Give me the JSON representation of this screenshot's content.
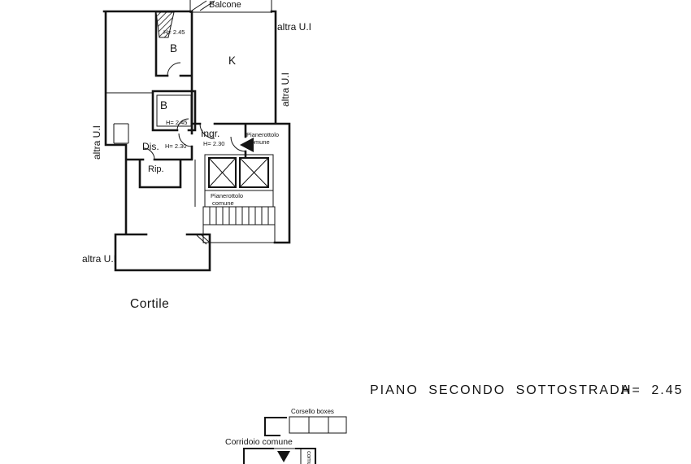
{
  "drawing": {
    "line_color": "#141414",
    "background": "#ffffff"
  },
  "upper_plan": {
    "balcony": "Balcone",
    "altra_ui": "altra U.I",
    "bath_top": {
      "label": "B",
      "height": "H= 2.45"
    },
    "kitchen": {
      "label": "K"
    },
    "bath_bottom": {
      "label": "B",
      "height": "H= 2.45"
    },
    "entrance": {
      "label": "Ingr.",
      "height": "H= 2.30"
    },
    "hall": {
      "label": "Dis.",
      "height": "H= 2.30"
    },
    "storage": {
      "label": "Rip."
    },
    "landing_upper": {
      "line1": "Pianerottolo",
      "line2": "comune"
    },
    "landing_lower": {
      "line1": "Pianerottolo",
      "line2": "comune"
    },
    "courtyard": "Cortile"
  },
  "caption": {
    "title": "PIANO SECONDO SOTTOSTRADA",
    "height": "H= 2.45"
  },
  "lower_plan": {
    "corsello": "Corsello boxes",
    "corridor": "Corridoio comune",
    "comune": "comune"
  }
}
